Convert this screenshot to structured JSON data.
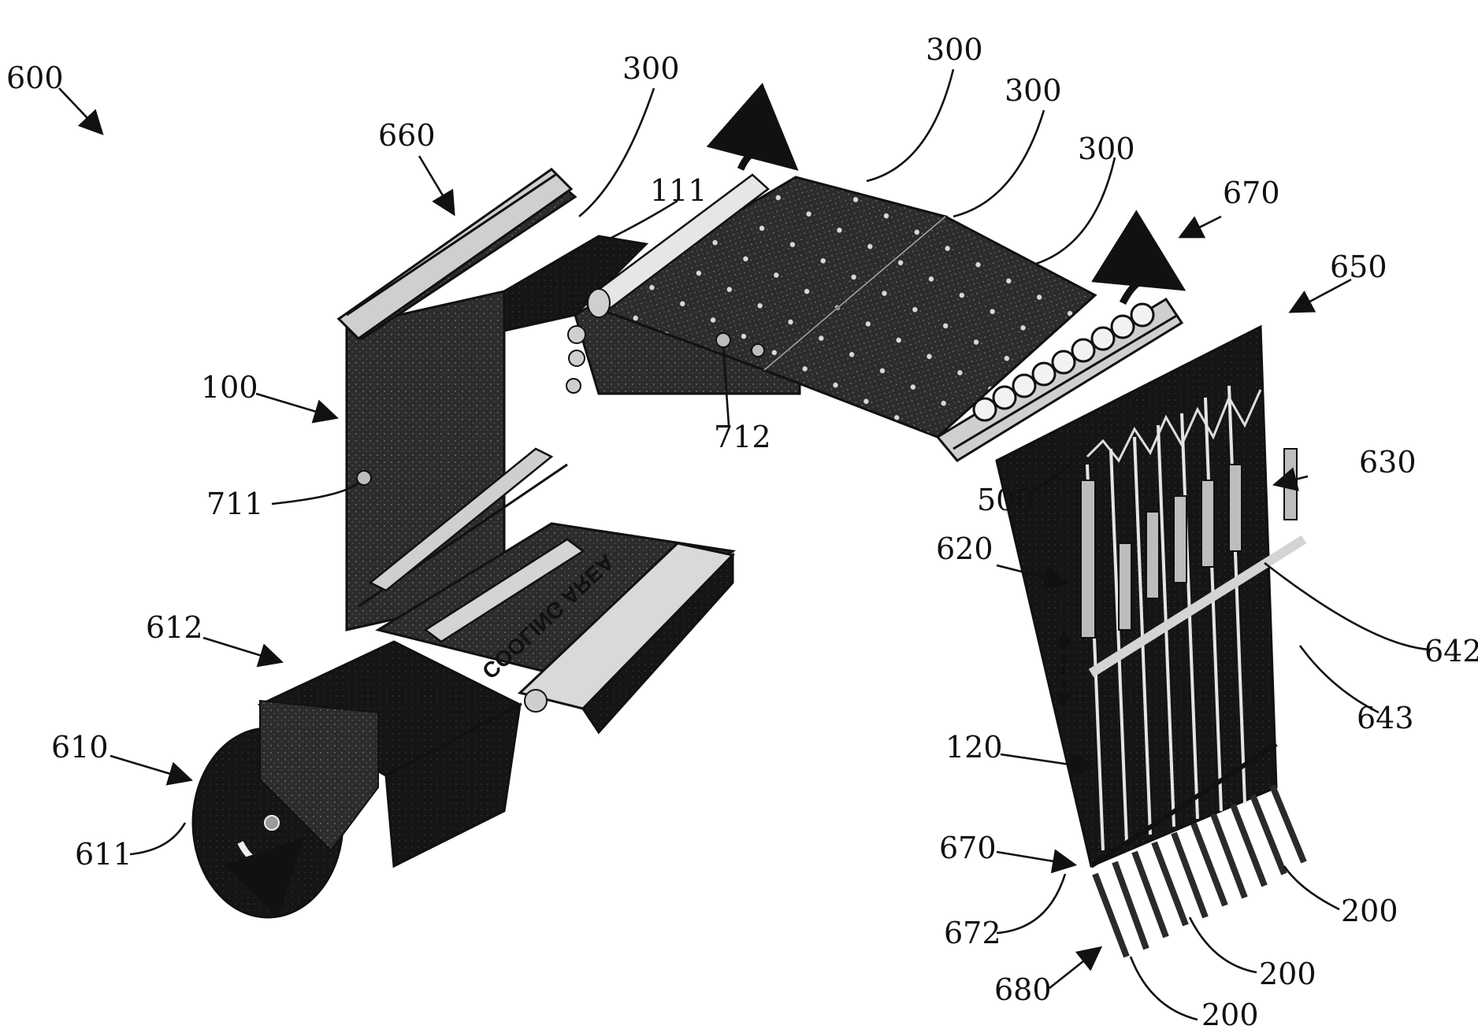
{
  "figure": {
    "labels": {
      "ref_600": "600",
      "ref_660": "660",
      "ref_300_a": "300",
      "ref_111": "111",
      "ref_300_b": "300",
      "ref_300_c": "300",
      "ref_300_d": "300",
      "ref_670_top": "670",
      "ref_650": "650",
      "ref_100": "100",
      "ref_712": "712",
      "ref_711": "711",
      "ref_500": "500",
      "ref_630": "630",
      "ref_620": "620",
      "ref_612": "612",
      "ref_642": "642",
      "ref_643": "643",
      "ref_610": "610",
      "ref_120": "120",
      "ref_611": "611",
      "ref_670_bottom": "670",
      "ref_672": "672",
      "ref_200_a": "200",
      "ref_200_b": "200",
      "ref_680": "680",
      "ref_200_c": "200"
    },
    "conveyor_text": "COOLING AREA"
  }
}
